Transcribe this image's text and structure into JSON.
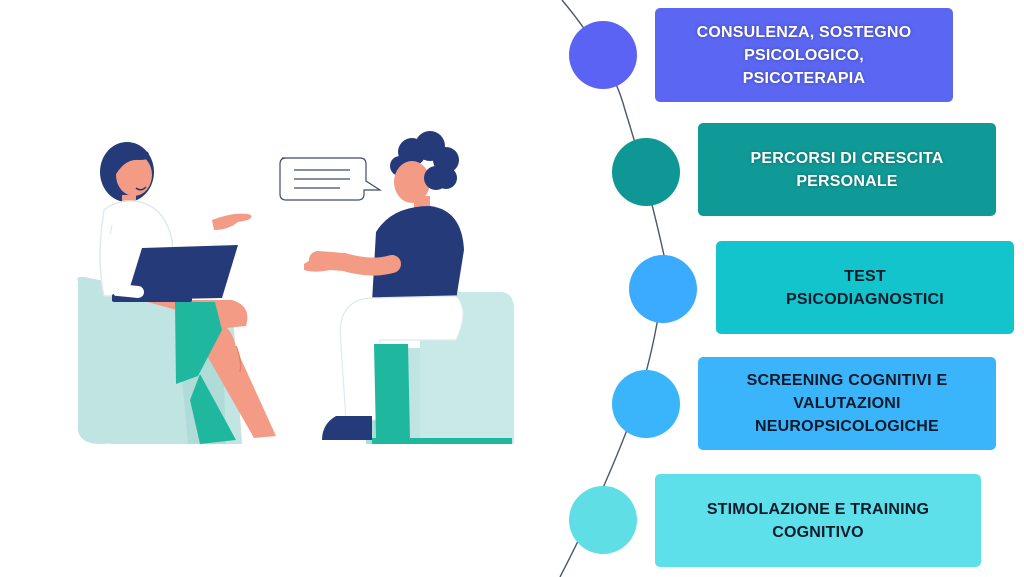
{
  "services": [
    {
      "lines": [
        "CONSULENZA, SOSTEGNO",
        "PSICOLOGICO,",
        "PSICOTERAPIA"
      ],
      "card_color": "#5b67f2",
      "dot_color": "#5a63f4"
    },
    {
      "lines": [
        "PERCORSI DI CRESCITA",
        "PERSONALE"
      ],
      "card_color": "#109a97",
      "dot_color": "#0e9794"
    },
    {
      "lines": [
        "TEST",
        "PSICODIAGNOSTICI"
      ],
      "card_color": "#14c4cd",
      "dot_color": "#3aabff"
    },
    {
      "lines": [
        "SCREENING COGNITIVI E",
        "VALUTAZIONI",
        "NEUROPSICOLOGICHE"
      ],
      "card_color": "#3ab5fc",
      "dot_color": "#3ab4fb"
    },
    {
      "lines": [
        "STIMOLAZIONE E TRAINING",
        "COGNITIVO"
      ],
      "card_color": "#5ee0ea",
      "dot_color": "#5fdee6"
    }
  ],
  "illustration": {
    "subject": "therapist-with-laptop-and-client-conversation",
    "colors": {
      "navy": "#253b79",
      "skin": "#f49b85",
      "teal": "#1fb89e",
      "chair": "#bfe4e2",
      "coat": "#ffffff"
    }
  }
}
